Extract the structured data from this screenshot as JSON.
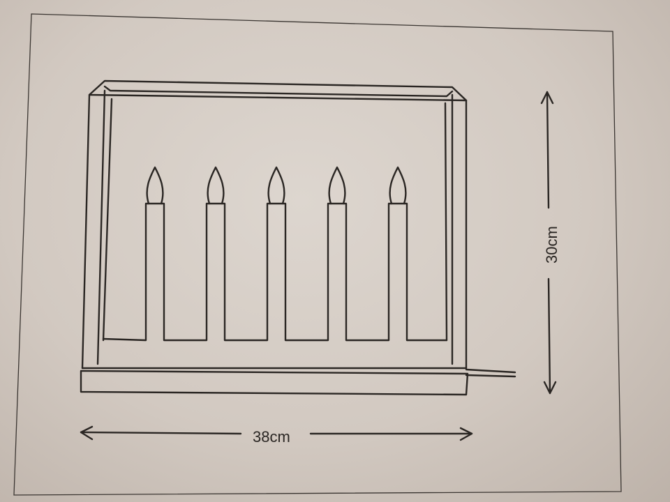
{
  "dimensions": {
    "width_label": "38cm",
    "height_label": "30cm"
  },
  "colors": {
    "line": "#2a2623",
    "paper": "#d6cec6"
  },
  "candles": {
    "count": 5
  }
}
